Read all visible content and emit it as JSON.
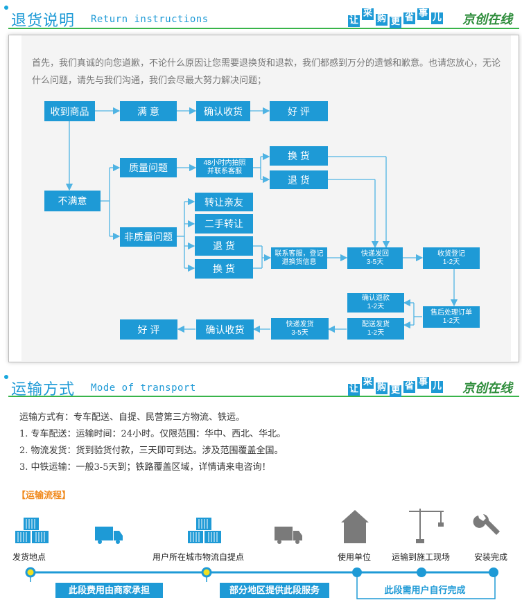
{
  "return_section": {
    "title": "退货说明",
    "subtitle_en": "Return instructions",
    "slogan": [
      "让",
      "采",
      "购",
      "更",
      "省",
      "事",
      "儿"
    ],
    "brand": "京创在线",
    "intro": "首先，我们真诚的向您道歉，不论什么原因让您需要退换货和退款，我们都感到万分的遗憾和歉意。也请您放心，无论什么问题，请先与我们沟通，我们会尽最大努力解决问题；"
  },
  "flow": {
    "received": "收到商品",
    "satisfied": "满 意",
    "confirm_receipt_1": "确认收货",
    "good_review_1": "好 评",
    "unsatisfied": "不满意",
    "quality_issue": "质量问题",
    "photo_line1": "48小时内拍照",
    "photo_line2": "并联系客服",
    "exchange_1": "换 货",
    "return_1": "退 货",
    "non_quality": "非质量问题",
    "transfer_friend": "转让亲友",
    "second_hand": "二手转让",
    "return_2": "退 货",
    "exchange_2": "换 货",
    "contact_line1": "联系客服，登记",
    "contact_line2": "退换货信息",
    "express_back_line1": "快递发回",
    "express_back_line2": "3-5天",
    "receive_register_line1": "收货登记",
    "receive_register_line2": "1-2天",
    "after_sale_line1": "售后处理订单",
    "after_sale_line2": "1-2天",
    "confirm_refund_line1": "确认退款",
    "confirm_refund_line2": "1-2天",
    "delivery_line1": "配送发货",
    "delivery_line2": "1-2天",
    "express_send_line1": "快递发货",
    "express_send_line2": "3-5天",
    "confirm_receipt_2": "确认收货",
    "good_review_2": "好 评"
  },
  "transport_section": {
    "title": "运输方式",
    "subtitle_en": "Mode of transport",
    "slogan": [
      "让",
      "采",
      "购",
      "更",
      "省",
      "事",
      "儿"
    ],
    "brand": "京创在线",
    "lines": [
      "运输方式有：专车配送、自提、民营第三方物流、铁运。",
      "1. 专车配送：运输时间：24小时。仅限范围：华中、西北、华北。",
      "2. 物流发货：货到验货付款，三天即可到达。涉及范围覆盖全国。",
      "3. 中铁运输：一般3-5天到；铁路覆盖区域，详情请来电咨询！"
    ],
    "process_title": "【运输流程】",
    "stages": [
      "发货地点",
      "用户所在城市物流自提点",
      "使用单位",
      "运输到施工现场",
      "安装完成"
    ],
    "notes": [
      "此段费用由商家承担",
      "部分地区提供此段服务",
      "此段需用户自行完成"
    ]
  },
  "colors": {
    "accent": "#1e9ad6",
    "green_line": "#38b44a",
    "orange": "#f08a1e",
    "icon_gray": "#7a7a7a"
  }
}
